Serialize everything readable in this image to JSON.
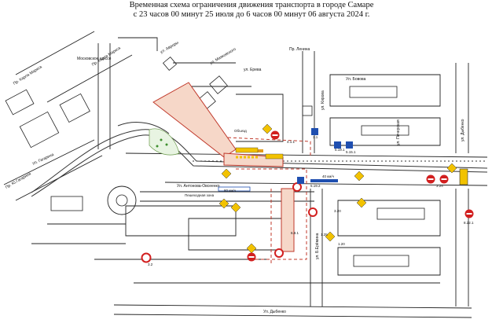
{
  "title": {
    "line1": "Временная схема ограничения движения транспорта в городе Самаре",
    "line2": "с 23 часов 00 минут 25 июля до 6 часов 00 минут 06 августа 2024 г."
  },
  "streets": {
    "pr_karla_marksa": "Пр. Карла Маркса",
    "pr_karla_marksa_top": "Пр. Карла Маркса",
    "moskovskoe_shosse": "Московское шоссе",
    "ul_gagarina": "Ул. Гагарина",
    "ul_avrory": "ул. Авроры",
    "ul_mayakovskogo": "ул. Маяковского",
    "ul_ereva": "ул. Ерева",
    "ul_bovova": "Ул. Бовова",
    "pr_lenina": "Пр. Ленина",
    "ul_kirova": "ул. Кирова",
    "ul_pecherskaya": "ул. Печерская",
    "ul_dybenko_right": "ул. Дыбенко",
    "ul_antonova_ovseenko": "Ул. Антонова-Овсеенко",
    "ul_dybenko_bottom": "Ул. Дыбенко",
    "pr_yu_gagarina": "Пр. Ю.Гагарина",
    "ul_kirova_lower": "ул. Б.Ерёмина"
  },
  "labels": {
    "pedestrian_zone": "Пешеходная зона",
    "speed_label": "80 км/ч",
    "speed_label_2": "40 км/ч",
    "bypass": "Объезд"
  },
  "signs": {
    "codes": [
      "3.1",
      "1.25",
      "3.20",
      "5.19.1",
      "5.19.2",
      "4.1.1",
      "3.24",
      "8.22.1",
      "6.8.1",
      "5.15.1",
      "1.20",
      "3.2"
    ]
  },
  "colors": {
    "road": "#222222",
    "closure": "#c0392b",
    "sign_yellow": "#f2c200",
    "sign_red": "#d21f1f",
    "sign_blue": "#1f4fb0",
    "rail": "#333333"
  }
}
